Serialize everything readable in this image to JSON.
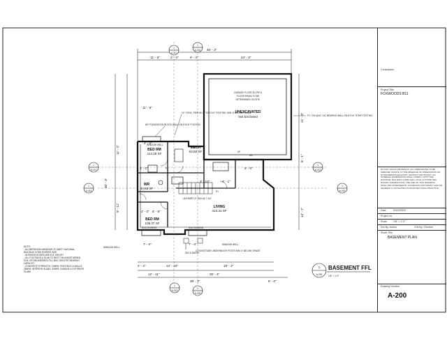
{
  "title_block": {
    "consultants_label": "Consultants",
    "project_title_label": "Project Title",
    "project_title": "FOXWOODS B11",
    "general_notes": "DO NOT SCALE DRAWINGS. ALL DIMENSIONS TO BE VERIFIED ONSITE. IN THE ABSENCE OF DIMENSIONS OR IF DISCREPANCIES EXIST, CONTACT ARCHITECT. ALL INTERNAL DIMENSIONS SHALL COMPLY WITH THE NATIONAL BUILDING CODE AND LOCAL AUTHORITIES HAVING JURISDICTION. THE USE OF THIS DRAWING SHALL BE GOVERNED BY STANDARD COPYRIGHT LAW OR GENERALLY ACCEPTED IN ARCHITECTURAL PRACTICE.",
    "date_label": "Date",
    "date_value": "03/22/2022",
    "project_no_label": "Project no.",
    "scale_label": "Scale",
    "scale_value": "1/8\" = 1'-0\"",
    "drawn_by": "Drn By: Author",
    "checked_by": "Chk By: Checker",
    "sheet_title_label": "Sheet Title",
    "sheet_title": "BASEMENT PLAN",
    "drawing_number_label": "Drawing Number",
    "drawing_number": "A-200"
  },
  "drawing_title": {
    "number": "1",
    "sheet": "A-200",
    "title": "BASEMENT FFL",
    "scale": "1/8\" = 1'-0\""
  },
  "rooms": {
    "unexcavated_title": "UNEXCAVATED",
    "unexcavated_sub": "Not Enclosed",
    "garage_note": "GARAGE FLOOR SLOPE & FLOOR DRAIN TO BE DETERMINED ON SITE",
    "bed_rm_1": "BED RM",
    "bed_rm_1_area": "114.28 SF",
    "mech": "MECH",
    "mech_area": "63.88 SF",
    "wr": "WR",
    "wr_area": "40.88 SF",
    "bed_rm_2": "BED RM",
    "bed_rm_2_area": "109.37 SF",
    "living": "LIVING",
    "living_area": "413.31 SF"
  },
  "dimensions": {
    "top_1": "11' - 6\"",
    "top_2": "2' - 0\"",
    "top_3": "9' - 3\"",
    "top_4": "24' - 3\"",
    "top_overall": "46' - 3\"",
    "left_1": "11' - 6\"",
    "left_2": "11' - 2\"",
    "left_3": "30' - 3\"",
    "left_4": "9' - 11\"",
    "right_1": "21' - 0\"",
    "right_2": "6' - 1\"",
    "right_3": "14' - 2\"",
    "bottom_1": "4' - 2\"",
    "bottom_2": "14' - 10\"",
    "bottom_3": "19' - 2\"",
    "bottom_4": "12' - 11\"",
    "bottom_5": "25' - 4\"",
    "bottom_overall": "38' - 3\"",
    "bottom_6": "8' - 0\"",
    "inner_1": "7' - 0\"",
    "inner_2": "7' - 0\"",
    "inner_3": "3' - 10\"",
    "inner_4": "4' - 1\"",
    "inner_5": "4' - 0\"",
    "inner_6": "5' - 9\"",
    "inner_7": "3' - 0\"",
    "inner_8": "2' - 0\"",
    "inner_9": "8' - 0\""
  },
  "callouts": {
    "pier_note": "10\" CONC. PIER W/ 24\"X24\"X10\" FOOTING, MIN. 5' BELOW GRADE",
    "foundation_note": "8/F FOUNDATION BLOCK WALL ON 8\"X16\" FOOTING",
    "bearing_wall": "P.T. 2X6 @16\" O/C BEARING WALL ON 8\"X16\" STRIP FOOTING",
    "window_well_1": "WINDOW WELL",
    "window_well_2": "WINDOW WELL",
    "window_well_3": "WINDOW WELL",
    "riser_note": "18 RISER 10\" RUN @ 7 3/4\"",
    "deck_above": "DECK ABOVE",
    "sono_note": "10\"SONOTUBE UNDERNEATH POSTS MIN. 5' BELOW GRADE",
    "egress_1": "EGO EGRESS",
    "egress_2": "EGO EGRESS",
    "up_1": "UP",
    "up_2": "DN",
    "p1": "P1",
    "p2": "P2"
  },
  "section_markers": [
    {
      "num": "1",
      "sheet": "A-311"
    },
    {
      "num": "1",
      "sheet": "A-301"
    },
    {
      "num": "1",
      "sheet": "A-212"
    },
    {
      "num": "1",
      "sheet": "A-304"
    },
    {
      "num": "1",
      "sheet": "A-212"
    },
    {
      "num": "1",
      "sheet": "A-302"
    },
    {
      "num": "1",
      "sheet": "A-313"
    },
    {
      "num": "1",
      "sheet": "A-303"
    },
    {
      "num": "1",
      "sheet": "A-310"
    }
  ],
  "notes": {
    "heading": "NOTE:",
    "n1": "- ALL BEDROOM WINDOWS TO MEET NATIONAL BUILDING CODE EGRESS SIZE",
    "n2": "- INTERIOR DOORS ARE 6'-8\" HEIGHT",
    "n3": "- ALL FOOTINGS & SLAB TO REST ON UNDISTURBED SOIL OR ENGINEERED FILL MIN. 2500 PSF BEARING CAPACITY",
    "n4": "- CONCRETE STRENGTH: 20MPa: FOOTINGS & WALLS; 25MPa: INTERIOR SLABS; 32MPa: GARAGE & EXTERIOR SLABS"
  },
  "colors": {
    "line": "#111111",
    "wall": "#1a1a1a",
    "hatch": "#555555"
  }
}
